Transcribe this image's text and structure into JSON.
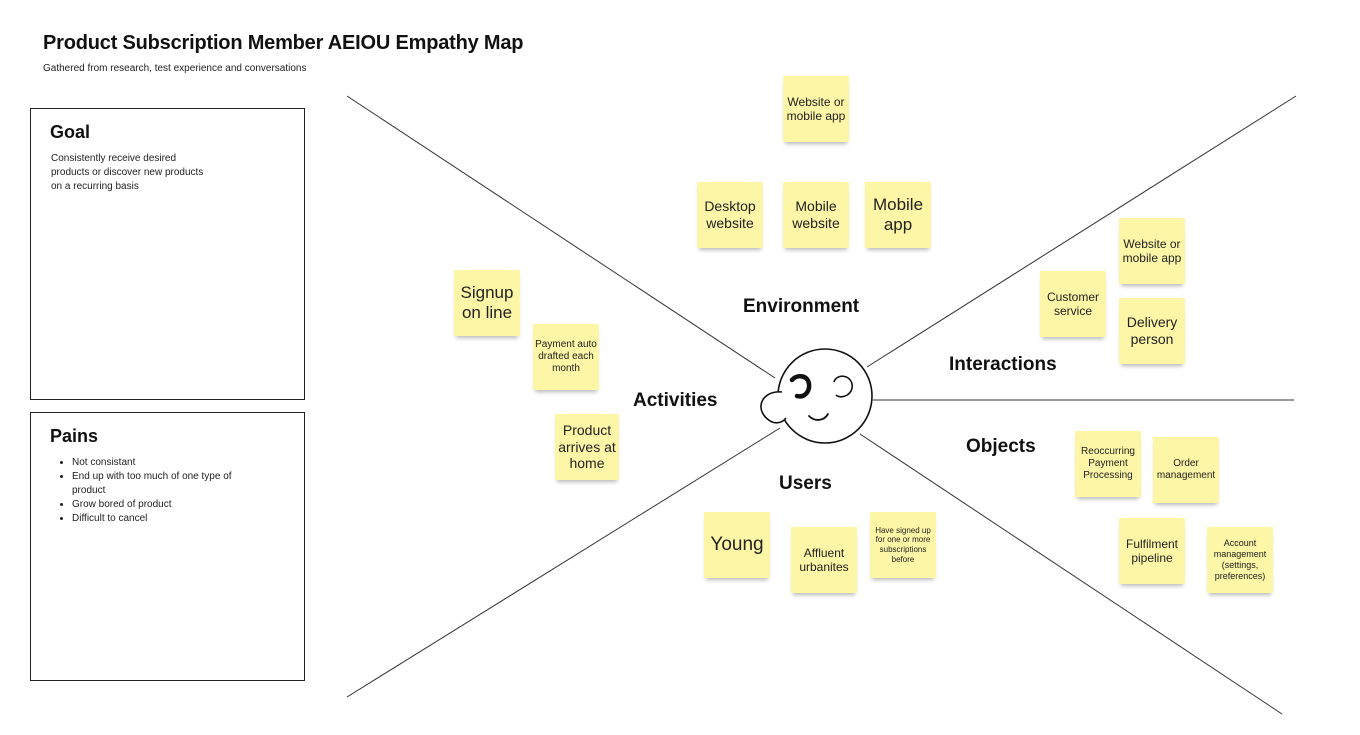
{
  "title": "Product Subscription Member AEIOU Empathy Map",
  "subtitle": "Gathered from research, test experience and conversations",
  "goal": {
    "heading": "Goal",
    "text": "Consistently receive desired products or discover new products on a recurring basis"
  },
  "pains": {
    "heading": "Pains",
    "items": [
      "Not consistant",
      "End up with too much of one type of product",
      "Grow bored of product",
      "Difficult to cancel"
    ]
  },
  "sections": {
    "environment": "Environment",
    "interactions": "Interactions",
    "activities": "Activities",
    "objects": "Objects",
    "users": "Users"
  },
  "stickies": {
    "environment": [
      "Website or mobile app",
      "Desktop website",
      "Mobile website",
      "Mobile app"
    ],
    "interactions": [
      "Website or mobile app",
      "Customer service",
      "Delivery person"
    ],
    "activities": [
      "Signup on line",
      "Payment auto drafted each month",
      "Product arrives at home"
    ],
    "objects": [
      "Reoccurring Payment Processing",
      "Order management",
      "Fulfilment pipeline",
      "Account management (settings, preferences)"
    ],
    "users": [
      "Young",
      "Affluent urbanites",
      "Have signed up for one or more subscriptions before"
    ]
  },
  "colors": {
    "sticky": "#fdf6a6",
    "line": "#333333"
  },
  "icons": {
    "center": "smiling-face-icon"
  }
}
